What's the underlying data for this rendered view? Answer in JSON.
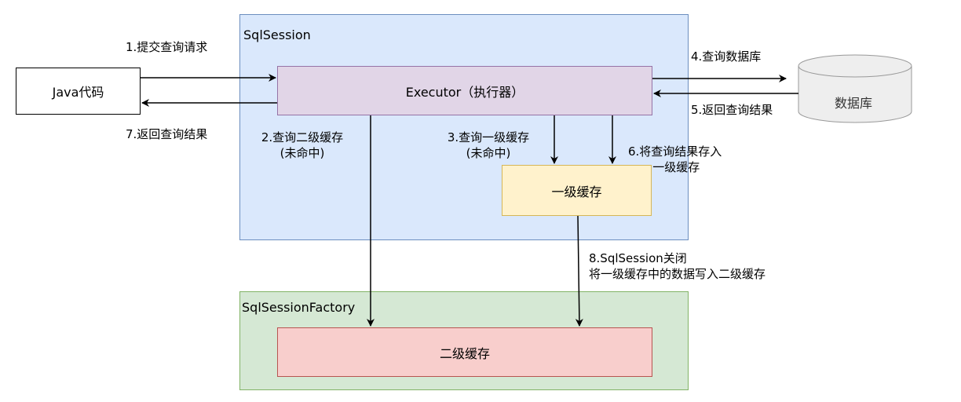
{
  "containers": {
    "sqlsession": {
      "label": "SqlSession",
      "fill": "#dae8fc",
      "stroke": "#6c8ebf"
    },
    "factory": {
      "label": "SqlSessionFactory",
      "fill": "#d5e8d4",
      "stroke": "#82b366"
    }
  },
  "nodes": {
    "java": {
      "label": "Java代码"
    },
    "executor": {
      "label": "Executor（执行器）",
      "fill": "#e1d5e7",
      "stroke": "#9673a6"
    },
    "l1cache": {
      "label": "一级缓存",
      "fill": "#fff2cc",
      "stroke": "#d6b656"
    },
    "l2cache": {
      "label": "二级缓存",
      "fill": "#f8cecc",
      "stroke": "#b85450"
    },
    "database": {
      "label": "数据库",
      "fill": "#eeeeee",
      "stroke": "#999999"
    }
  },
  "steps": {
    "s1": {
      "text": "1.提交查询请求"
    },
    "s2": {
      "line1": "2.查询二级缓存",
      "line2": "(未命中)"
    },
    "s3": {
      "line1": "3.查询一级缓存",
      "line2": "(未命中)"
    },
    "s4": {
      "text": "4.查询数据库"
    },
    "s5": {
      "text": "5.返回查询结果"
    },
    "s6": {
      "line1": "6.将查询结果存入",
      "line2": "一级缓存"
    },
    "s7": {
      "text": "7.返回查询结果"
    },
    "s8": {
      "line1": "8.SqlSession关闭",
      "line2": "将一级缓存中的数据写入二级缓存"
    }
  }
}
